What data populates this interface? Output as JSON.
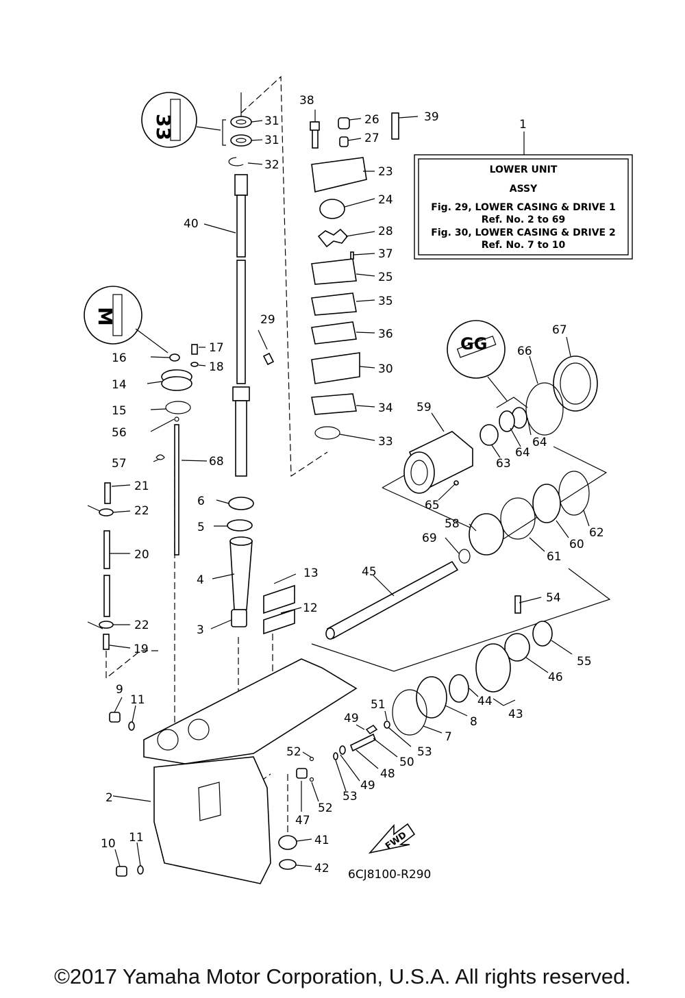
{
  "assy_box": {
    "ref": "1",
    "line1": "LOWER UNIT",
    "line2": "ASSY",
    "line3": "Fig. 29, LOWER CASING & DRIVE 1",
    "line4": "Ref. No. 2 to 69",
    "line5": "Fig. 30, LOWER CASING & DRIVE 2",
    "line6": "Ref. No. 7 to 10"
  },
  "fwd_label": "FWD",
  "drawing_code": "6CJ8100-R290",
  "copyright": "©2017 Yamaha Motor Corporation, U.S.A. All rights reserved.",
  "callouts": {
    "n2": "2",
    "n3": "3",
    "n4": "4",
    "n5": "5",
    "n6": "6",
    "n7": "7",
    "n8": "8",
    "n9": "9",
    "n10": "10",
    "n11a": "11",
    "n11b": "11",
    "n12": "12",
    "n13": "13",
    "n14": "14",
    "n15": "15",
    "n16": "16",
    "n17": "17",
    "n18": "18",
    "n19": "19",
    "n20": "20",
    "n21": "21",
    "n22a": "22",
    "n22b": "22",
    "n23": "23",
    "n24": "24",
    "n25": "25",
    "n26": "26",
    "n27": "27",
    "n28": "28",
    "n29": "29",
    "n30": "30",
    "n31a": "31",
    "n31b": "31",
    "n32": "32",
    "n33": "33",
    "n34": "34",
    "n35": "35",
    "n36": "36",
    "n37": "37",
    "n38": "38",
    "n39": "39",
    "n40": "40",
    "n41": "41",
    "n42": "42",
    "n43": "43",
    "n44": "44",
    "n45": "45",
    "n46": "46",
    "n47": "47",
    "n48": "48",
    "n49a": "49",
    "n49b": "49",
    "n50": "50",
    "n51": "51",
    "n52a": "52",
    "n52b": "52",
    "n53a": "53",
    "n53b": "53",
    "n54": "54",
    "n55": "55",
    "n56": "56",
    "n57": "57",
    "n58": "58",
    "n59": "59",
    "n60": "60",
    "n61": "61",
    "n62": "62",
    "n63": "63",
    "n64a": "64",
    "n64b": "64",
    "n65": "65",
    "n66": "66",
    "n67": "67",
    "n68": "68",
    "n69": "69"
  }
}
